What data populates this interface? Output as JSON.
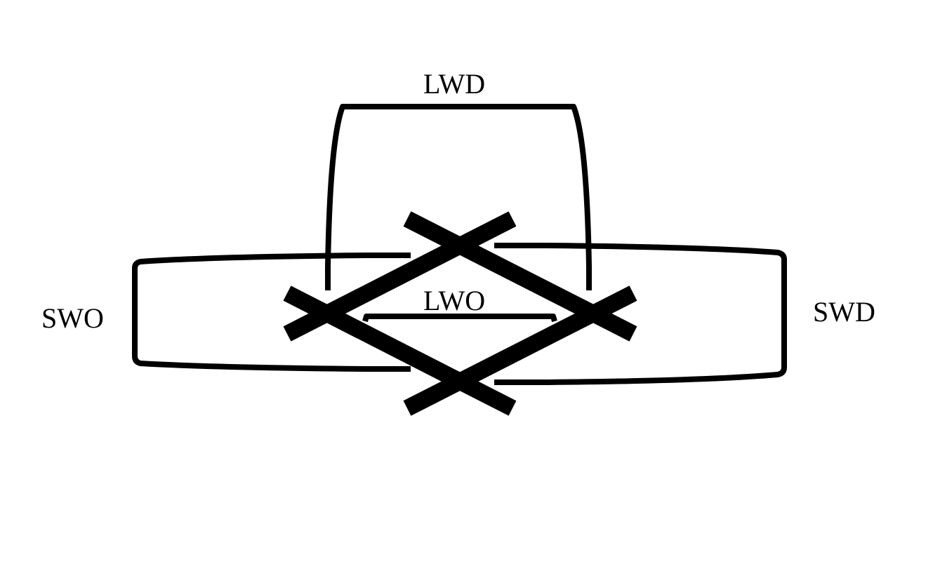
{
  "labels": {
    "lwd": "LWD",
    "lwo": "LWO",
    "swo": "SWO",
    "swd": "SWD"
  },
  "colors": {
    "stroke": "#000000",
    "background": "#ffffff"
  }
}
